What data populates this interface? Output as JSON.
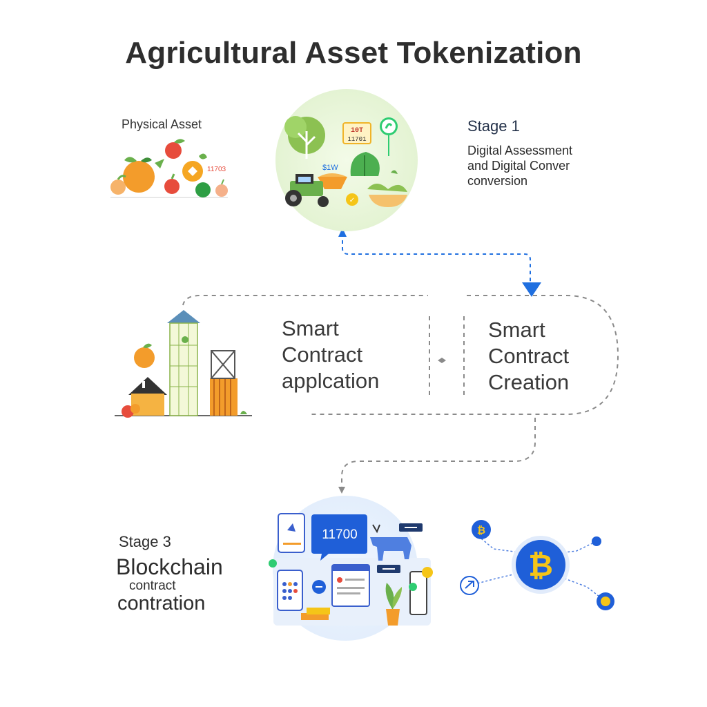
{
  "title": "Agricultural Asset Tokenization",
  "physical_asset": {
    "label": "Physical Asset",
    "tag_text": "11703"
  },
  "stage1": {
    "label": "Stage 1",
    "description_lines": [
      "Digital Assessment",
      "and Digital Conver",
      "conversion"
    ],
    "calendar_text": [
      "10T",
      "11701"
    ],
    "price_text": "$1W"
  },
  "smart_contract_application": {
    "lines": [
      "Smart",
      "Contract",
      "applcation"
    ]
  },
  "smart_contract_creation": {
    "lines": [
      "Smart",
      "Contract",
      "Creation"
    ]
  },
  "stage3": {
    "label": "Stage 3",
    "line1": "Blockchain",
    "line2": "contract",
    "line3": "contration",
    "bubble_number": "11700"
  },
  "colors": {
    "arrow_blue": "#1f6fe0",
    "dashed_gray": "#8a8a8a",
    "bitcoin_blue": "#1f5fd8",
    "bitcoin_yellow": "#f5c518",
    "leaf_green": "#6ab04c",
    "orange": "#f39c2b"
  },
  "icons": [
    "orange-icon",
    "apple-icon",
    "tractor-icon",
    "lettuce-icon",
    "silo-icon",
    "barn-icon",
    "phone-icon",
    "cow-icon",
    "plant-icon",
    "bitcoin-icon"
  ]
}
